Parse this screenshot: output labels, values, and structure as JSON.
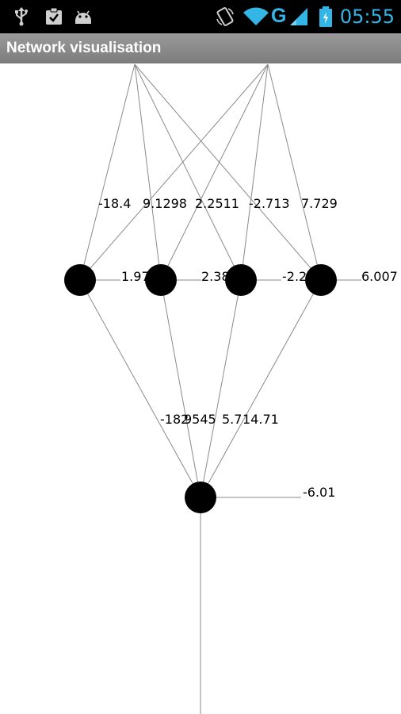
{
  "status_bar": {
    "time": "05:55",
    "network_type": "G",
    "icons": [
      "usb-icon",
      "clipboard-check-icon",
      "android-icon",
      "rotation-lock-icon",
      "wifi-icon",
      "signal-icon",
      "battery-icon"
    ],
    "accent_color": "#33b5e5"
  },
  "title_bar": {
    "title": "Network visualisation"
  },
  "network": {
    "hidden_biases": [
      "1.97",
      "2.38",
      "-2.2",
      "6.007"
    ],
    "output_bias": "-6.01",
    "input_to_hidden_weight_labels": [
      "-18.4",
      "9.1298",
      "2.2511",
      "-2.713",
      "7.729"
    ],
    "hidden_to_output_weight_labels": [
      "-182",
      "9545",
      "5.7",
      "14.71"
    ]
  }
}
